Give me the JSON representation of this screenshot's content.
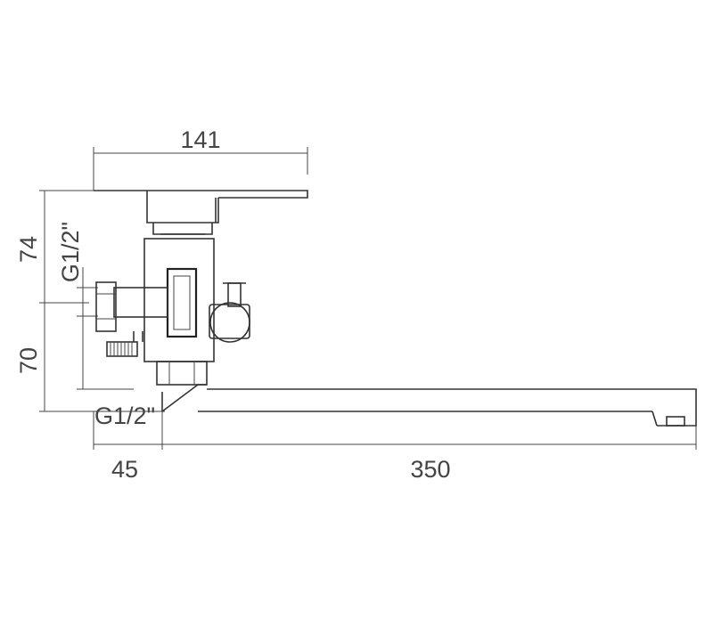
{
  "dimensions": {
    "top_width": "141",
    "upper_height": "74",
    "lower_height": "70",
    "inlet_offset": "45",
    "spout_length": "350"
  },
  "threads": {
    "inlet_thread": "G1/2\"",
    "outlet_thread": "G1/2\""
  },
  "colors": {
    "line": "#333333",
    "text": "#444444"
  }
}
